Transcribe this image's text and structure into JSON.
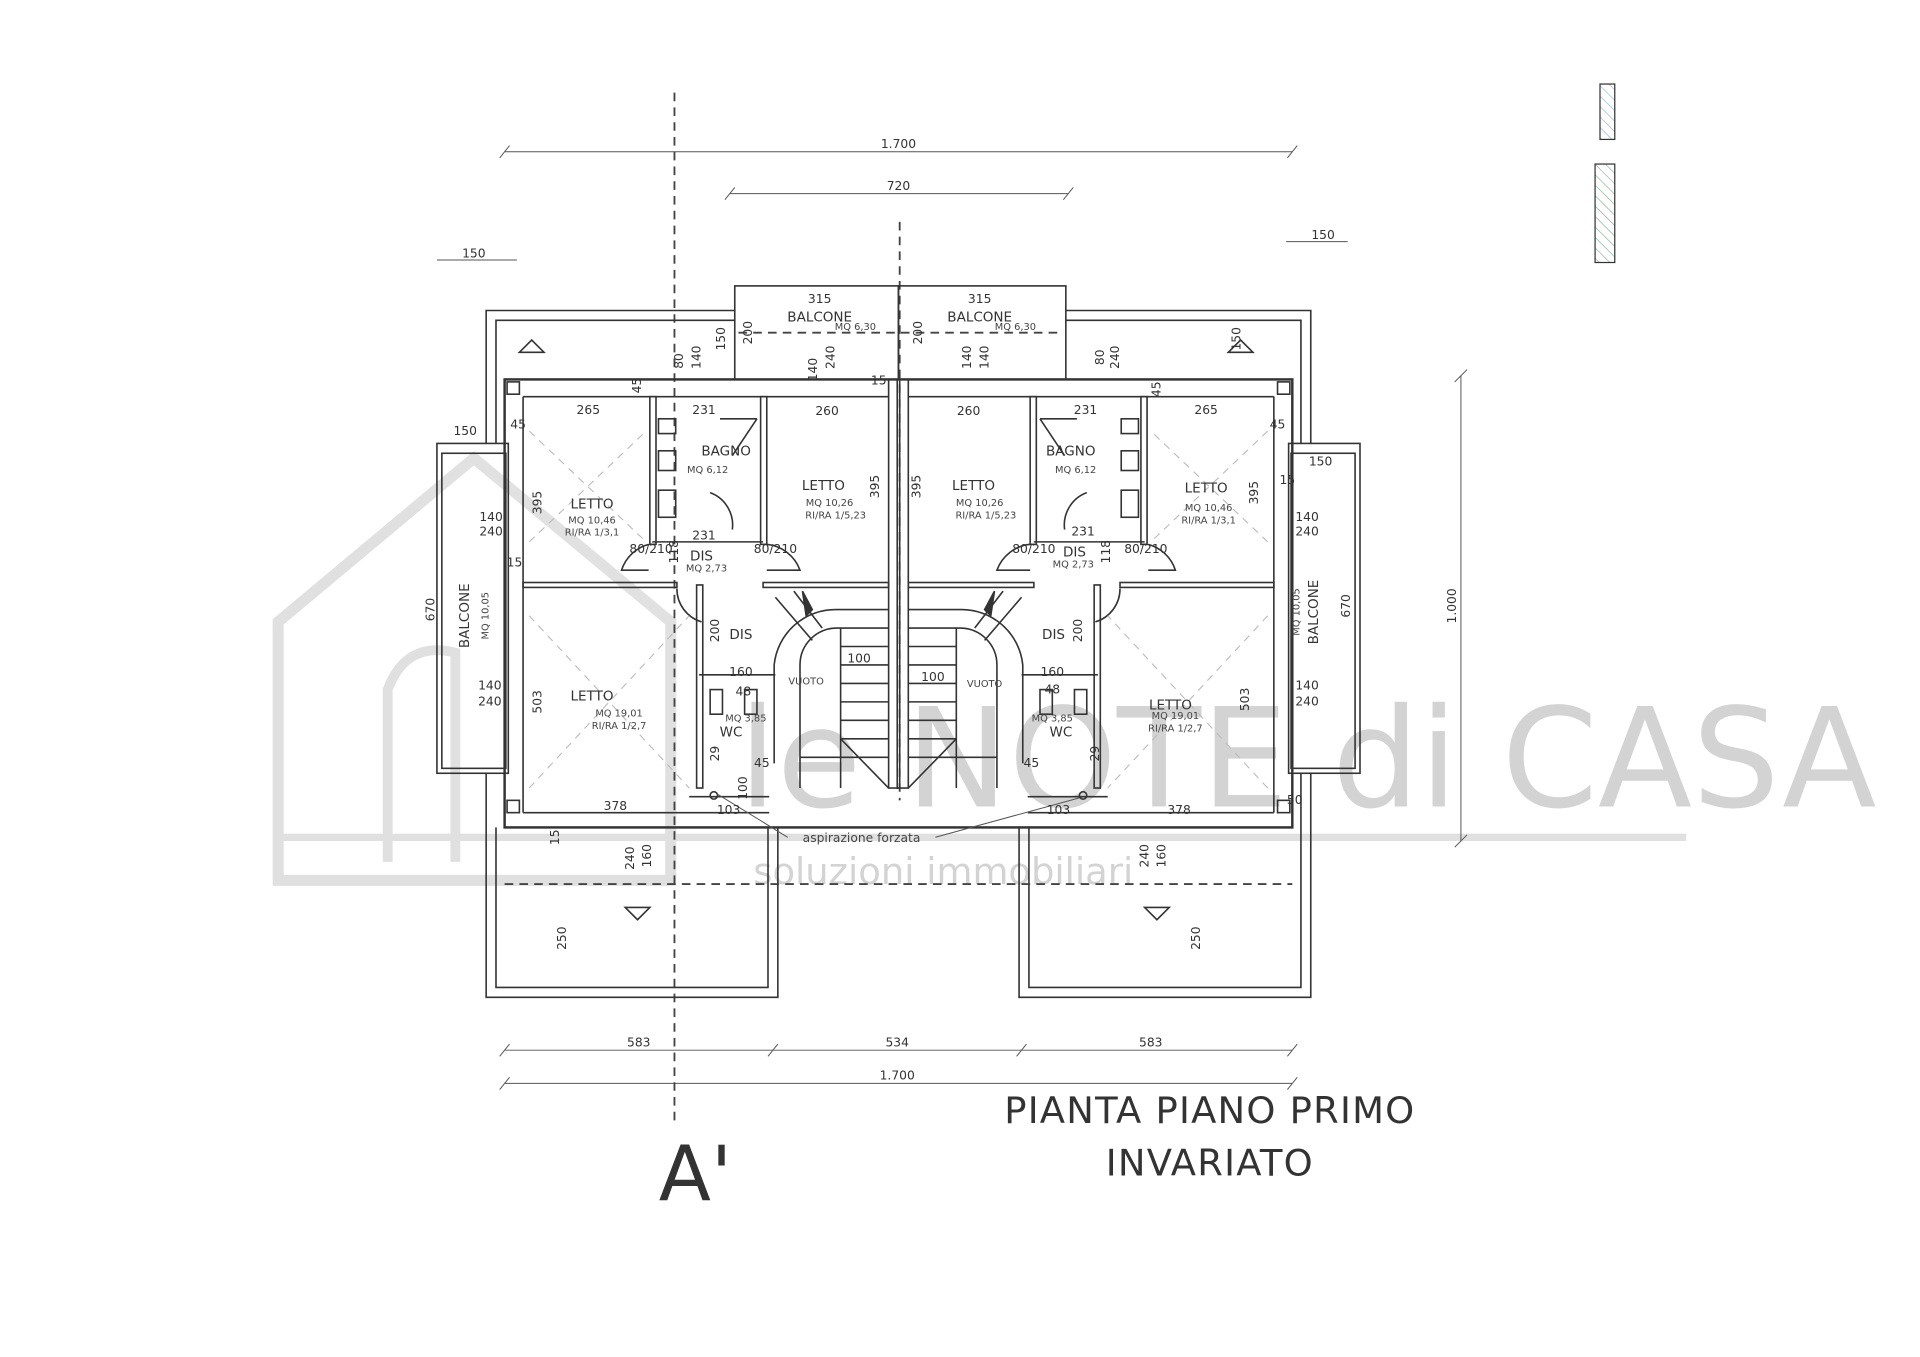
{
  "title": {
    "line1": "PIANTA PIANO PRIMO",
    "line2": "INVARIATO",
    "section_mark": "A'"
  },
  "watermark": {
    "brand": "le NOTE di CASA",
    "tagline": "soluzioni immobiliari"
  },
  "overall_dims": {
    "top_total": "1.700",
    "top_center": "720",
    "left_overhang": "150",
    "right_overhang": "150",
    "right_depth": "1.000",
    "bottom_left": "583",
    "bottom_center": "534",
    "bottom_right": "583",
    "bottom_total": "1.700"
  },
  "note": "aspirazione forzata",
  "legend_colors": {
    "hatch_top": "#8fb7c9",
    "hatch_bottom": "#7fa98f"
  },
  "rooms_left": {
    "letto_nw": {
      "name": "LETTO",
      "area": "MQ 10,46",
      "ratio": "RI/RA 1/3,1"
    },
    "bagno": {
      "name": "BAGNO",
      "area": "MQ 6,12"
    },
    "letto_ne": {
      "name": "LETTO",
      "area": "MQ 10,26",
      "ratio": "RI/RA 1/5,23"
    },
    "dis1": {
      "name": "DIS",
      "area": "MQ 2,73"
    },
    "dis2": {
      "name": "DIS"
    },
    "vuoto": {
      "name": "VUOTO"
    },
    "letto_s": {
      "name": "LETTO",
      "area": "MQ 19,01",
      "ratio": "RI/RA 1/2,7"
    },
    "wc": {
      "name": "WC",
      "area": "MQ 3,85"
    },
    "balcone_side": {
      "name": "BALCONE",
      "area": "MQ 10,05"
    },
    "balcone_top": {
      "name": "BALCONE",
      "area": "MQ 6,30"
    }
  },
  "rooms_right": {
    "letto_nw": {
      "name": "LETTO",
      "area": "MQ 10,26",
      "ratio": "RI/RA 1/5,23"
    },
    "bagno": {
      "name": "BAGNO",
      "area": "MQ 6,12"
    },
    "letto_ne": {
      "name": "LETTO",
      "area": "MQ 10,46",
      "ratio": "RI/RA 1/3,1"
    },
    "dis1": {
      "name": "DIS",
      "area": "MQ 2,73"
    },
    "dis2": {
      "name": "DIS"
    },
    "vuoto": {
      "name": "VUOTO"
    },
    "letto_s": {
      "name": "LETTO",
      "area": "MQ 19,01",
      "ratio": "RI/RA 1/2,7"
    },
    "wc": {
      "name": "WC",
      "area": "MQ 3,85"
    },
    "balcone_side": {
      "name": "BALCONE",
      "area": "MQ 10,05"
    },
    "balcone_top": {
      "name": "BALCONE",
      "area": "MQ 6,30"
    }
  },
  "dims": [
    "315",
    "200",
    "150",
    "80",
    "140",
    "140",
    "240",
    "45",
    "265",
    "231",
    "260",
    "15",
    "150",
    "45",
    "395",
    "140",
    "240",
    "231",
    "80/210",
    "118",
    "80/210",
    "395",
    "670",
    "15",
    "200",
    "160",
    "100",
    "140",
    "240",
    "503",
    "48",
    "29",
    "45",
    "100",
    "103",
    "378",
    "15",
    "240",
    "160",
    "250",
    "315",
    "200",
    "140",
    "140",
    "80",
    "240",
    "150",
    "45",
    "260",
    "231",
    "265",
    "45",
    "150",
    "395",
    "395",
    "15",
    "140",
    "240",
    "231",
    "80/210",
    "80/210",
    "118",
    "670",
    "200",
    "160",
    "100",
    "48",
    "140",
    "240",
    "503",
    "29",
    "45",
    "103",
    "378",
    "50",
    "240",
    "160",
    "250"
  ]
}
